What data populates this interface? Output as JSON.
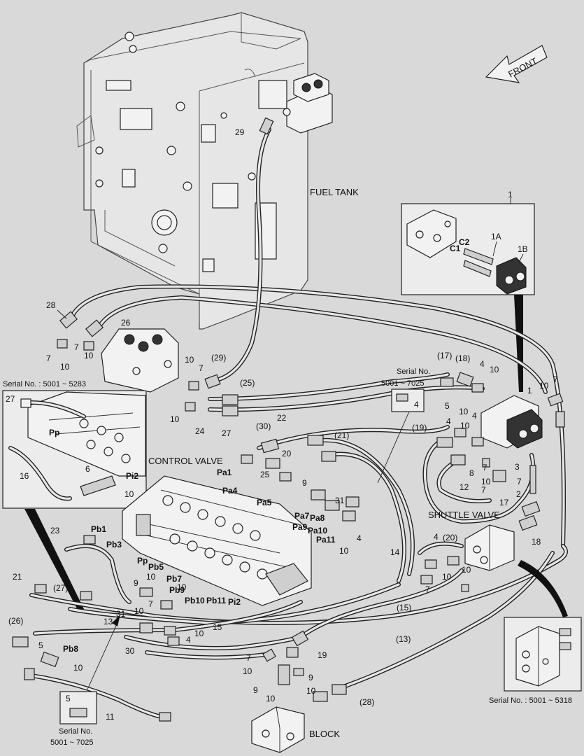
{
  "labels": {
    "fuel_tank": "FUEL TANK",
    "control_valve": "CONTROL VALVE",
    "shuttle_valve": "SHUTTLE VALVE",
    "block": "BLOCK",
    "front": "FRONT"
  },
  "serials": {
    "left_inset": "Serial No. : 5001 ~ 5283",
    "right_inset": "Serial No. : 5001 ~ 5318",
    "top_callout_line1": "Serial No.",
    "top_callout_line2": "5001 ~ 7025",
    "bottom_callout_line1": "Serial No.",
    "bottom_callout_line2": "5001 ~ 7025"
  },
  "part_numbers": {
    "n1": "1",
    "n1a": "1A",
    "n1b": "1B",
    "c1": "C1",
    "c2": "C2",
    "n2": "2",
    "n3": "3",
    "n4": "4",
    "n5": "5",
    "n6": "6",
    "n7": "7",
    "n8": "8",
    "n9": "9",
    "n10": "10",
    "n11": "11",
    "n12": "12",
    "n13": "13",
    "n14": "14",
    "n15": "15",
    "n16": "16",
    "n17": "17",
    "n18": "18",
    "n19": "19",
    "n20": "20",
    "n21": "21",
    "n22": "22",
    "n23": "23",
    "n24": "24",
    "n25": "25",
    "n26": "26",
    "n27": "27",
    "n28": "28",
    "n29": "29",
    "n30": "30",
    "n31": "31",
    "p13": "(13)",
    "p15": "(15)",
    "p17": "(17)",
    "p18": "(18)",
    "p19": "(19)",
    "p20": "(20)",
    "p21": "(21)",
    "p25": "(25)",
    "p26": "(26)",
    "p27": "(27)",
    "p28": "(28)",
    "p29": "(29)",
    "p30": "(30)"
  },
  "ports": {
    "pa1": "Pa1",
    "pa4": "Pa4",
    "pa5": "Pa5",
    "pa7": "Pa7",
    "pa8": "Pa8",
    "pa9": "Pa9",
    "pa10": "Pa10",
    "pa11": "Pa11",
    "pb1": "Pb1",
    "pb3": "Pb3",
    "pb5": "Pb5",
    "pb7": "Pb7",
    "pb8": "Pb8",
    "pb9": "Pb9",
    "pb10": "Pb10",
    "pb11": "Pb11",
    "pi2": "Pi2",
    "pp": "Pp"
  }
}
